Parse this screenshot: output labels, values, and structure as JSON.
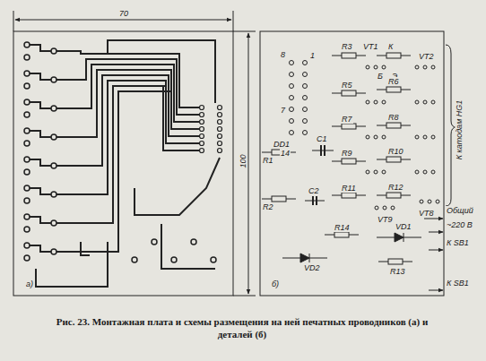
{
  "diagram": {
    "caption": "Рис. 23. Монтажная плата и схемы размещения на ней печатных проводников (а) и деталей (б)",
    "labels": [
      "70",
      "100",
      "а)",
      "б)",
      "R3",
      "VT1",
      "К",
      "VT2",
      "Б",
      "Э",
      "R5",
      "R6",
      "R7",
      "R8",
      "R9",
      "R10",
      "R11",
      "R12",
      "VT9",
      "VT8",
      "8",
      "7",
      "DD1",
      "R1",
      "C1",
      "14",
      "1",
      "R2",
      "C2",
      "R14",
      "VD1",
      "R13",
      "VD2",
      "К катодам HG1",
      "Общий",
      "~220 В",
      "К SB1",
      "К SB1"
    ]
  }
}
